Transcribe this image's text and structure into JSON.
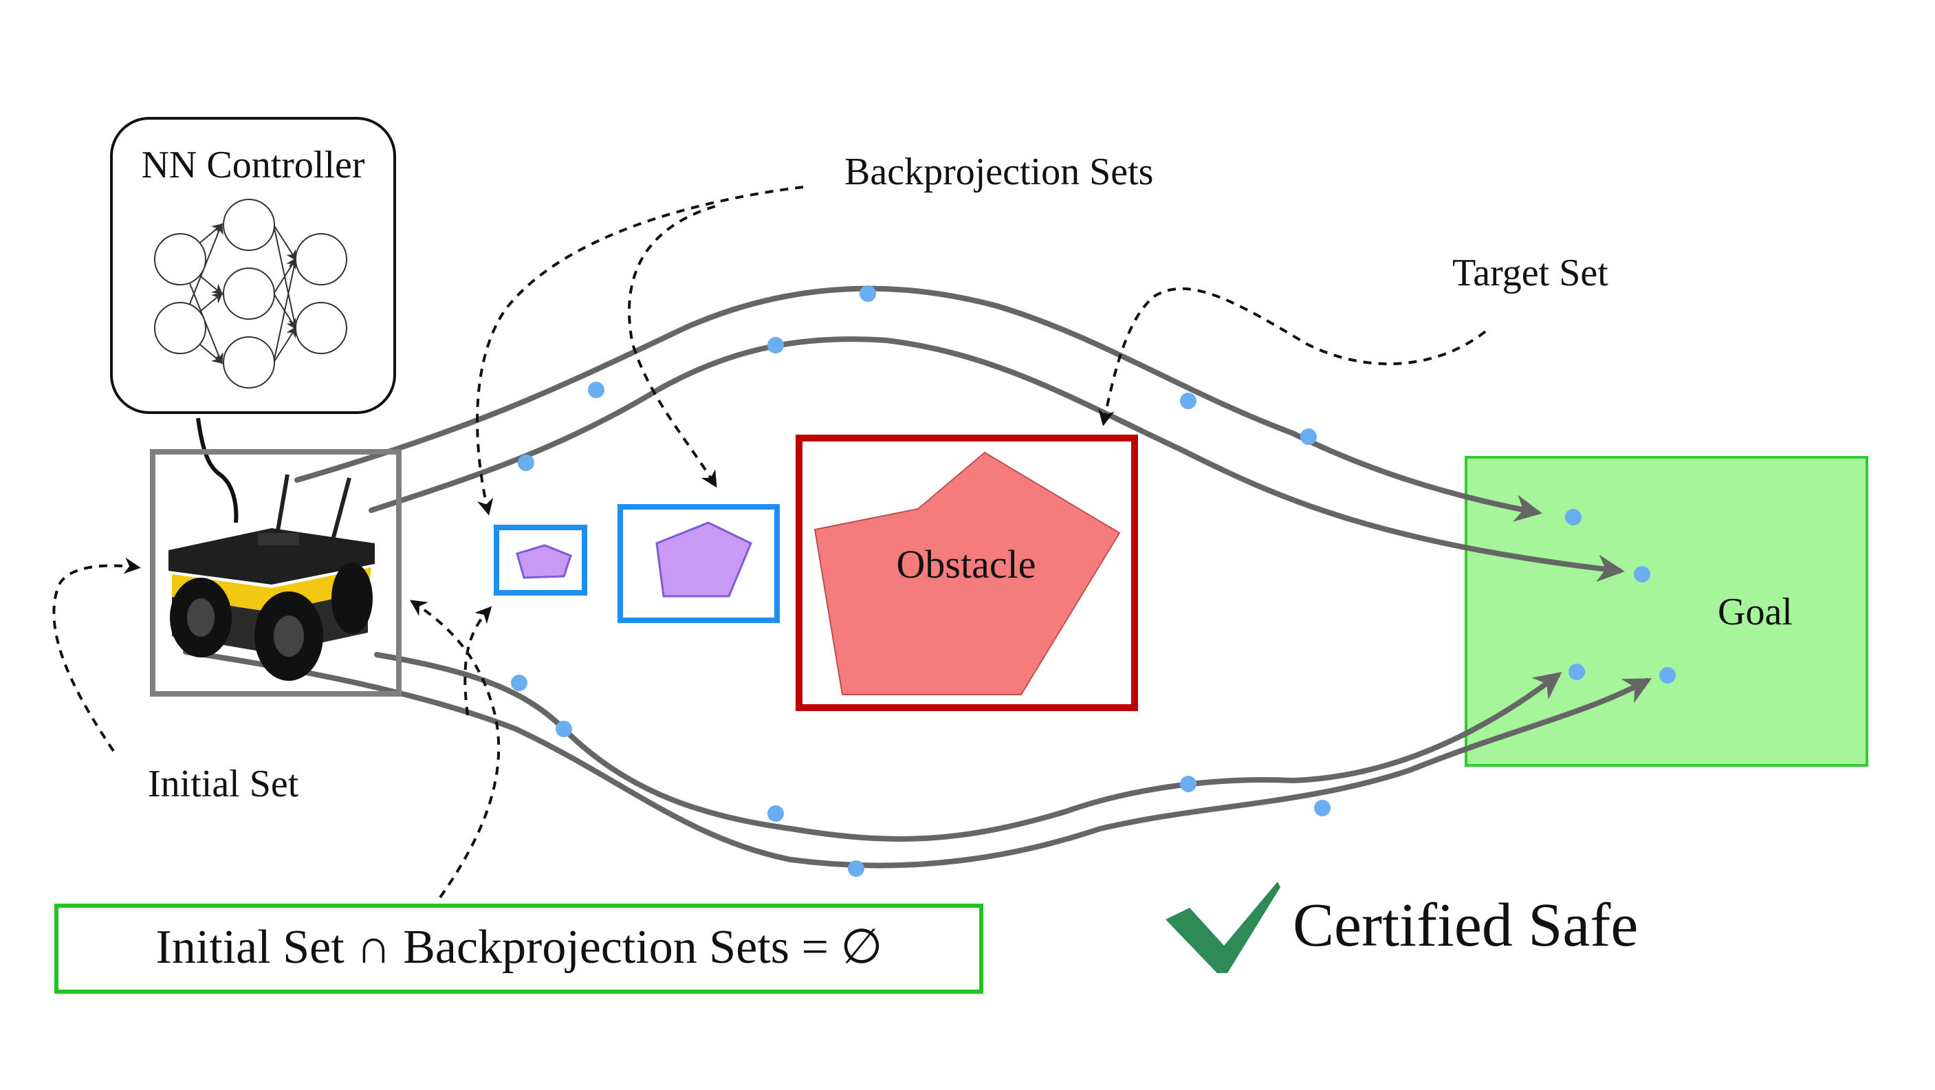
{
  "labels": {
    "nn_controller": "NN Controller",
    "backprojection_sets": "Backprojection Sets",
    "target_set": "Target Set",
    "obstacle": "Obstacle",
    "goal": "Goal",
    "initial_set": "Initial Set",
    "condition": "Initial Set ∩ Backprojection Sets = ∅",
    "certified": "Certified Safe"
  },
  "colors": {
    "trajectory": "#666666",
    "waypoint": "#6aaef2",
    "initial_set_box": "#7f7f7f",
    "backprojection_box": "#1e8ff0",
    "backprojection_fill": "#c89af5",
    "backprojection_edge": "#7b5bd6",
    "target_box": "#c00000",
    "obstacle_fill": "#f47c7c",
    "goal_fill": "#a6f59a",
    "goal_edge": "#33cc33",
    "condition_box": "#22c422",
    "checkmark": "#2e8b57",
    "robot_body": "#2a2a2a",
    "robot_accent": "#f2c811"
  },
  "icons": {
    "robot": "robot-rover-icon",
    "network": "neural-network-icon",
    "check": "checkmark-icon"
  }
}
